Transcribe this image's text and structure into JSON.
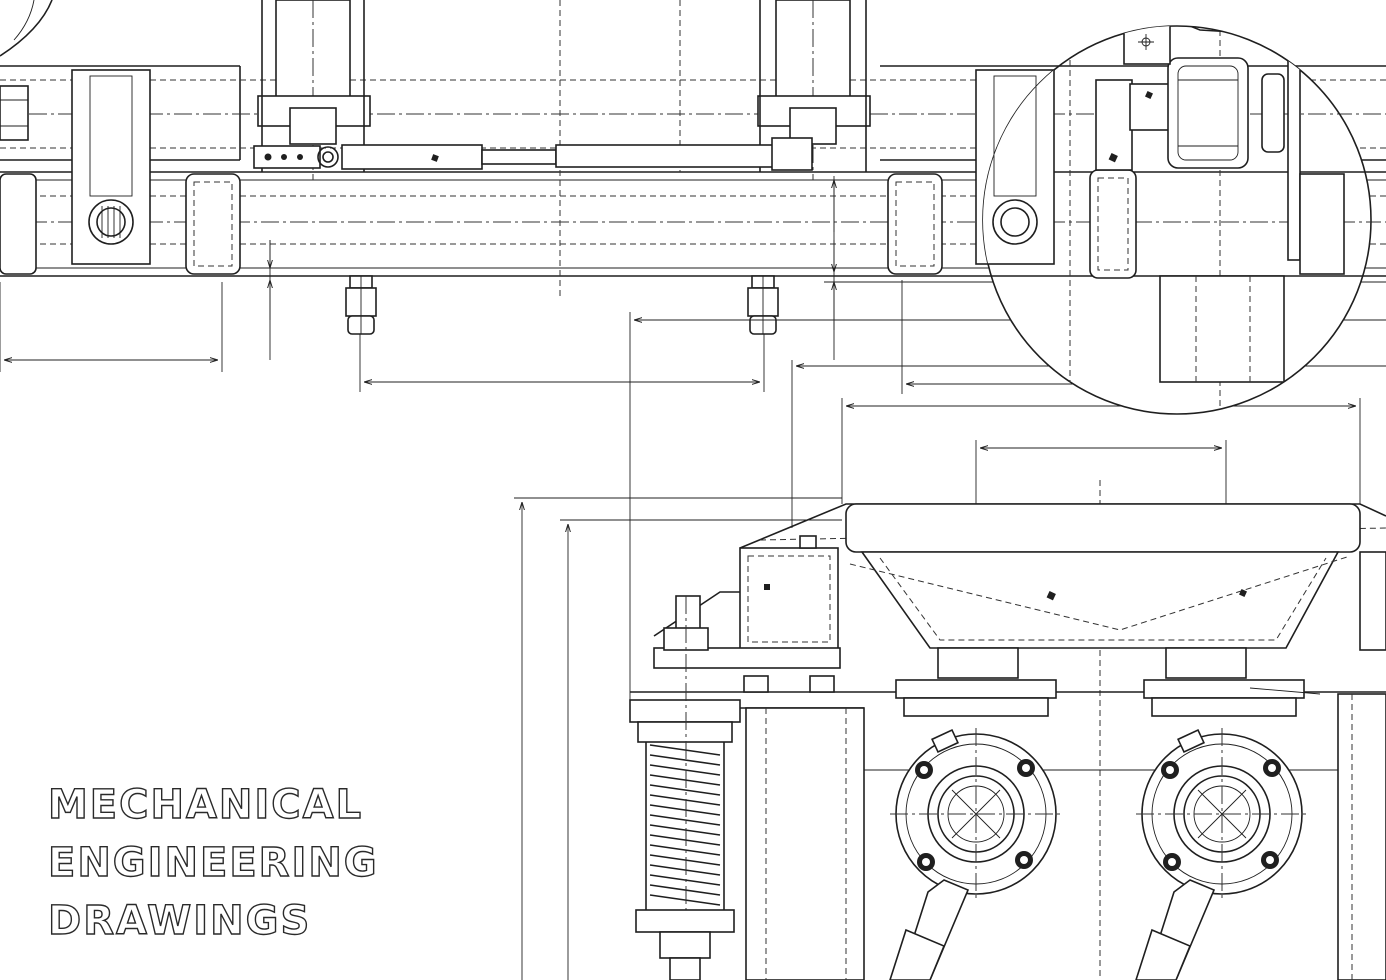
{
  "title": {
    "line1": "MECHANICAL",
    "line2": "ENGINEERING",
    "line3": "DRAWINGS"
  },
  "colors": {
    "background": "#ffffff",
    "ink": "#1f1f1f"
  }
}
